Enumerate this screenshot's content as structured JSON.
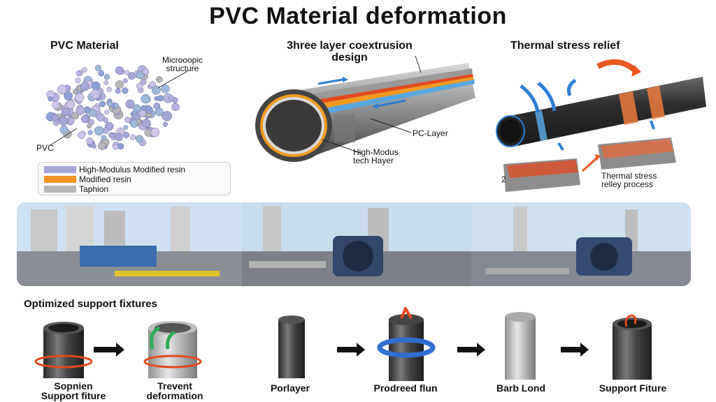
{
  "title": "PVC Material deformation",
  "panel_material": {
    "heading": "PVC Material",
    "label_micro": "Microoopic\nstructure",
    "label_pvc": "PVC",
    "legend": [
      {
        "label": "High-Modulus Modified resin",
        "color": "#a7a6d8"
      },
      {
        "label": "Modified resin",
        "color": "#f29421"
      },
      {
        "label": "Taphion",
        "color": "#b5b5b5"
      }
    ]
  },
  "panel_coextrusion": {
    "heading": "3hree layer coextrusion\ndesign",
    "label_pc": "PC-Layer",
    "label_hm": "High-Modus\ntech Hayer"
  },
  "panel_thermal": {
    "heading": "Thermal stress relief",
    "label_process": "Thermal stress\nrelley process",
    "label_num": "2"
  },
  "photos": [
    {
      "scene": "industrial-plant-tanks"
    },
    {
      "scene": "industrial-plant-pump-1"
    },
    {
      "scene": "industrial-plant-pump-2"
    }
  ],
  "fixtures": {
    "heading": "Optimized support fixtures",
    "captions": [
      "Sopnien\nSupport fiture",
      "Trevent\ndeformation",
      "Porlayer",
      "Prodreed flun",
      "Barb Lond",
      "Support Fiture"
    ]
  },
  "colors": {
    "orange": "#e85a22",
    "blue": "#2f7fd6",
    "pipe": "#3a3a3a"
  }
}
